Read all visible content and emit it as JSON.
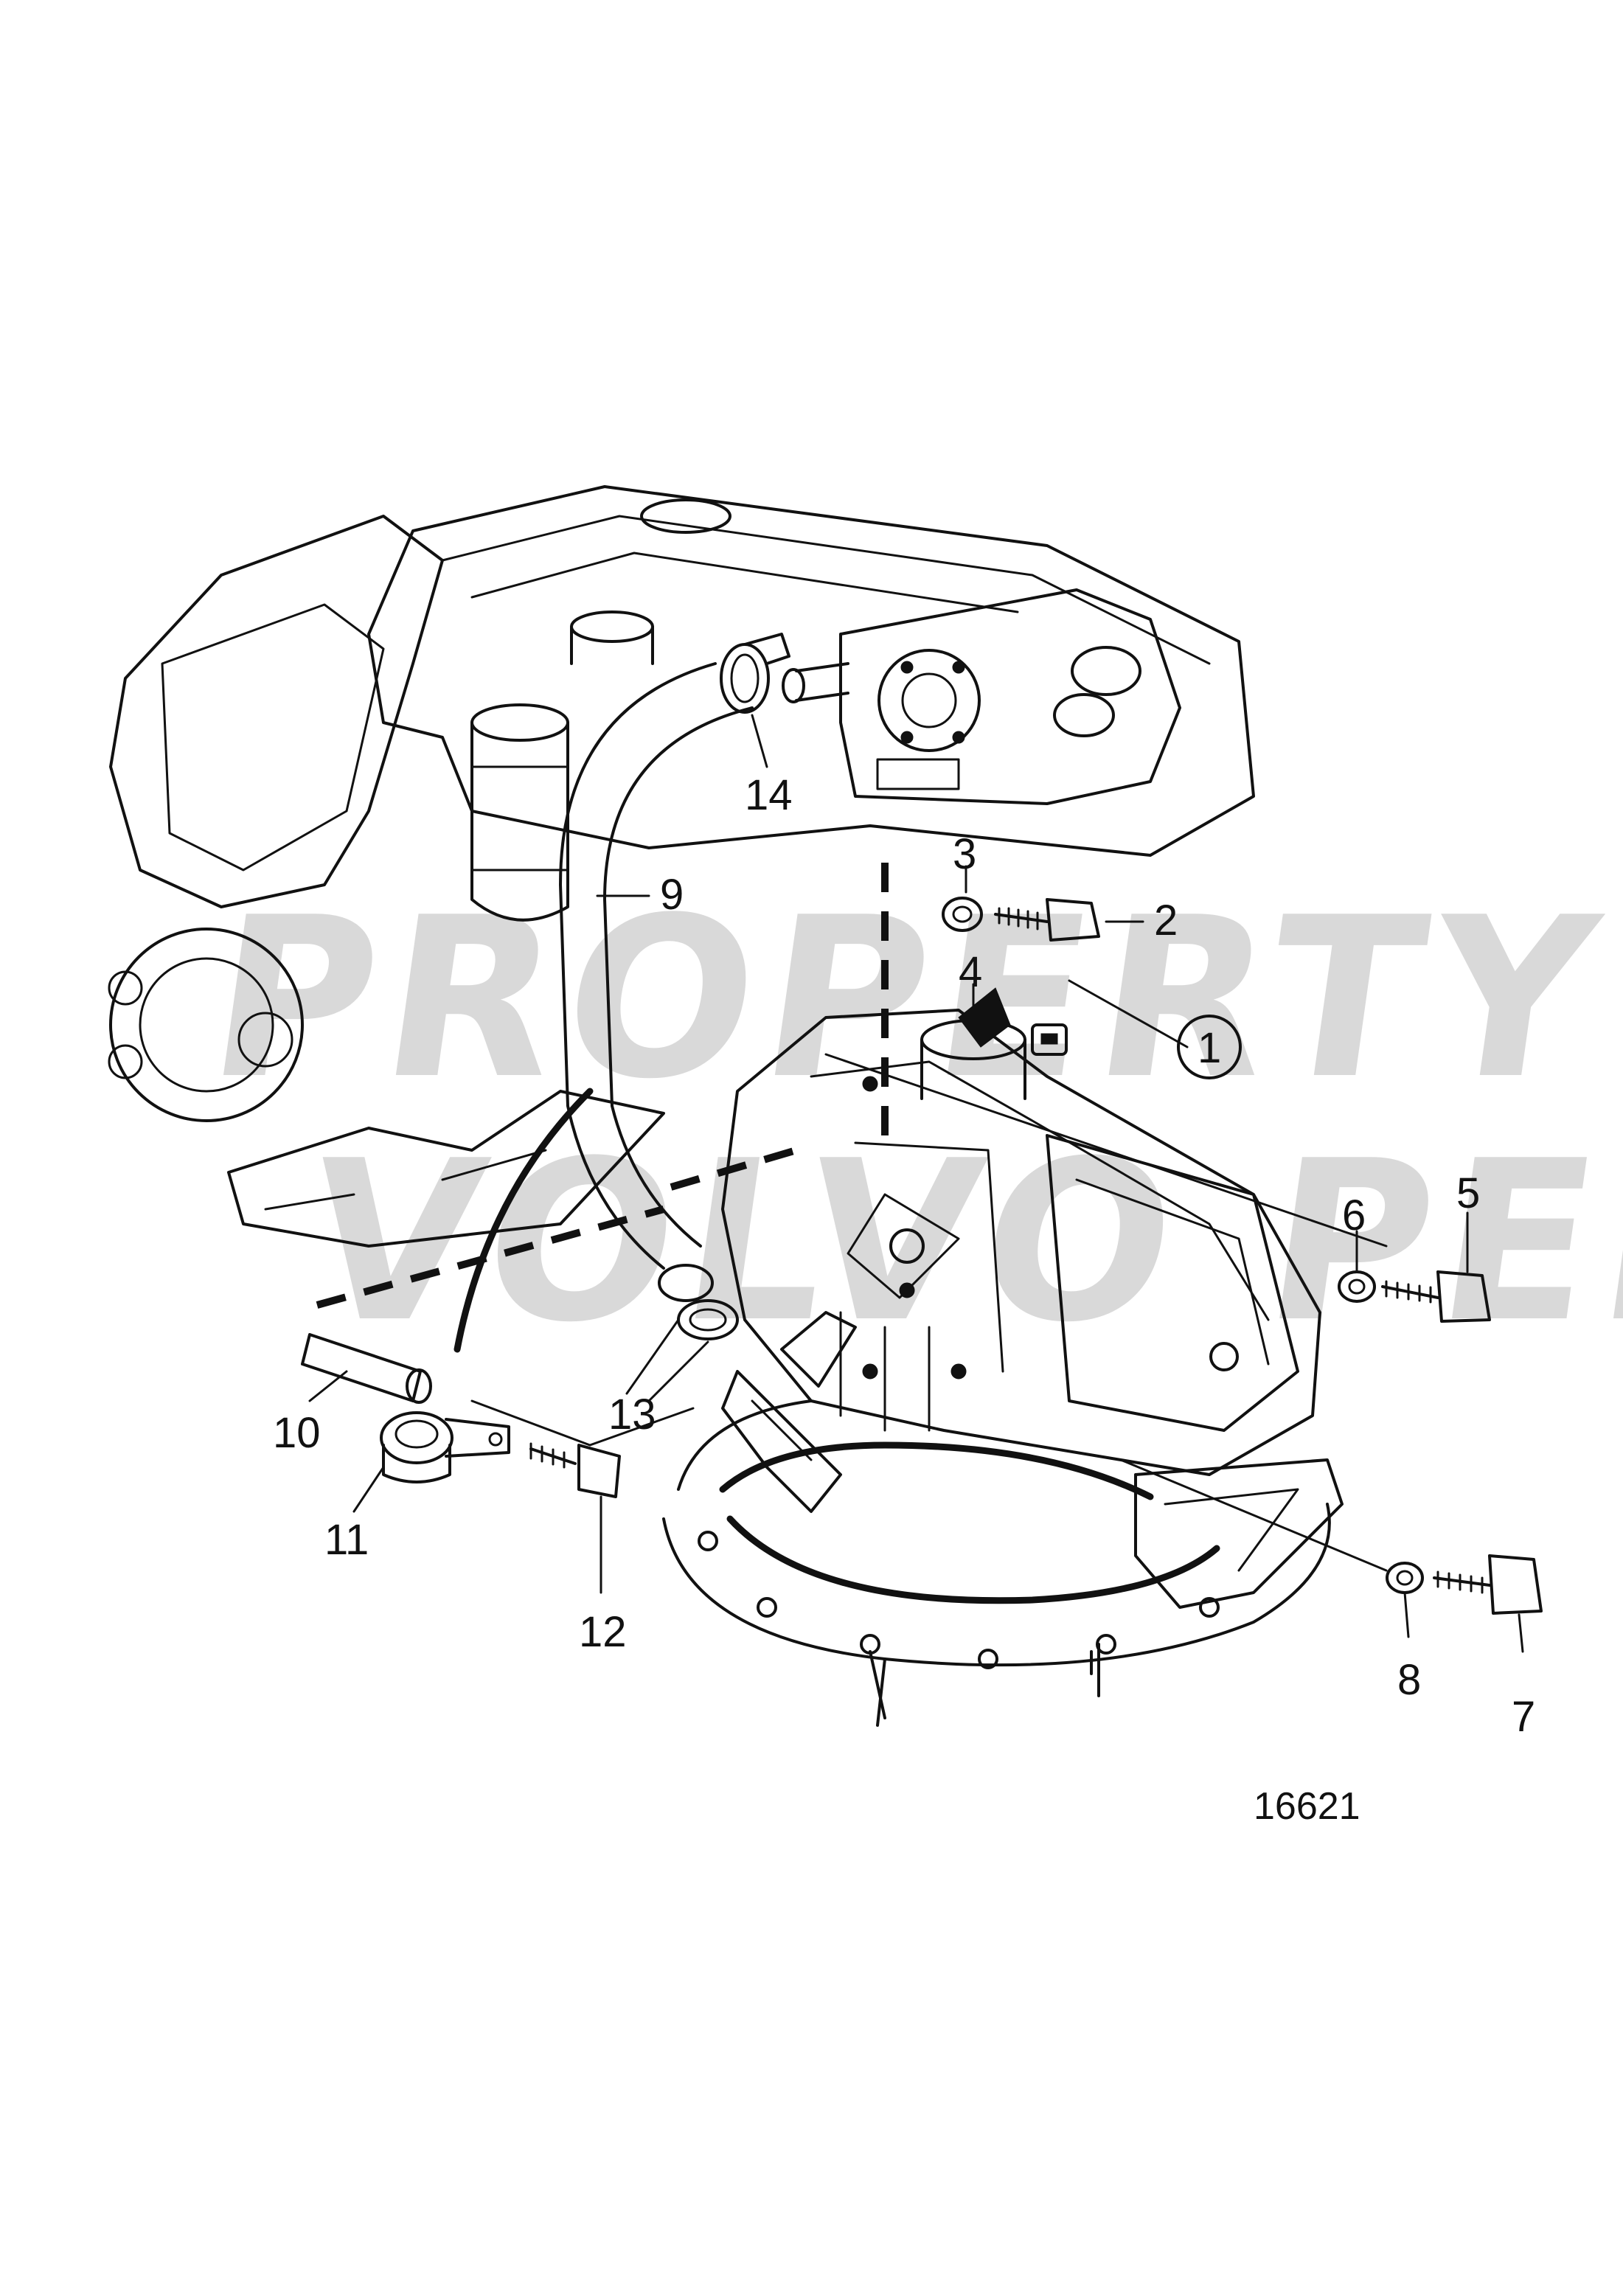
{
  "watermark": {
    "line1": "PROPERTY OF",
    "line2": "VOLVO PENTA"
  },
  "figure_id": "16621",
  "callouts": [
    {
      "key": "c1",
      "label": "1",
      "circled": true
    },
    {
      "key": "c2",
      "label": "2"
    },
    {
      "key": "c3",
      "label": "3"
    },
    {
      "key": "c4",
      "label": "4"
    },
    {
      "key": "c5",
      "label": "5"
    },
    {
      "key": "c6",
      "label": "6"
    },
    {
      "key": "c7",
      "label": "7"
    },
    {
      "key": "c8",
      "label": "8"
    },
    {
      "key": "c9",
      "label": "9"
    },
    {
      "key": "c10",
      "label": "10"
    },
    {
      "key": "c11",
      "label": "11"
    },
    {
      "key": "c12",
      "label": "12"
    },
    {
      "key": "c13",
      "label": "13"
    },
    {
      "key": "c14",
      "label": "14"
    }
  ]
}
